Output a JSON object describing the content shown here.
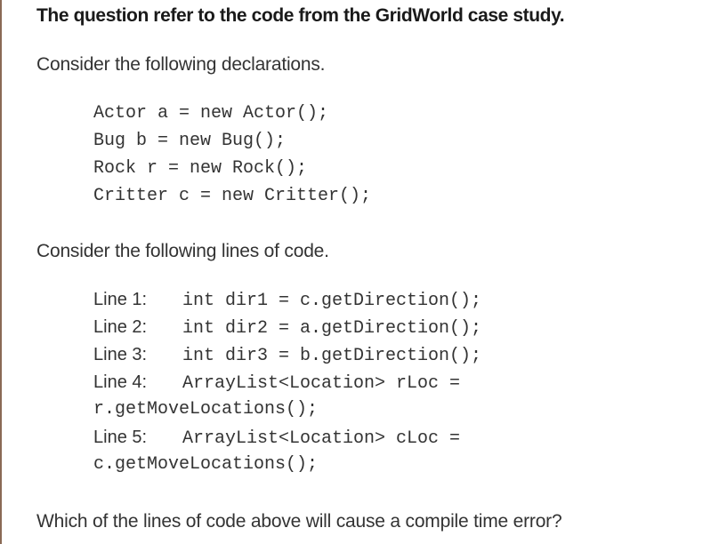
{
  "header": {
    "title": "The question refer to the code from the GridWorld case study."
  },
  "intro": {
    "declarations_text": "Consider the following declarations.",
    "lines_text": "Consider the following lines of code."
  },
  "declarations": [
    "Actor a = new Actor();",
    "Bug b = new Bug();",
    "Rock r = new Rock();",
    "Critter c = new Critter();"
  ],
  "code_lines": [
    {
      "label": "Line 1:",
      "code": "int dir1 = c.getDirection();",
      "continuation": ""
    },
    {
      "label": "Line 2:",
      "code": "int dir2 = a.getDirection();",
      "continuation": ""
    },
    {
      "label": "Line 3:",
      "code": "int dir3 = b.getDirection();",
      "continuation": ""
    },
    {
      "label": "Line 4:",
      "code": "ArrayList<Location> rLoc =",
      "continuation": "r.getMoveLocations();"
    },
    {
      "label": "Line 5:",
      "code": "ArrayList<Location> cLoc =",
      "continuation": "c.getMoveLocations();"
    }
  ],
  "question": {
    "text": "Which of the lines of code above will cause a compile time error?"
  }
}
